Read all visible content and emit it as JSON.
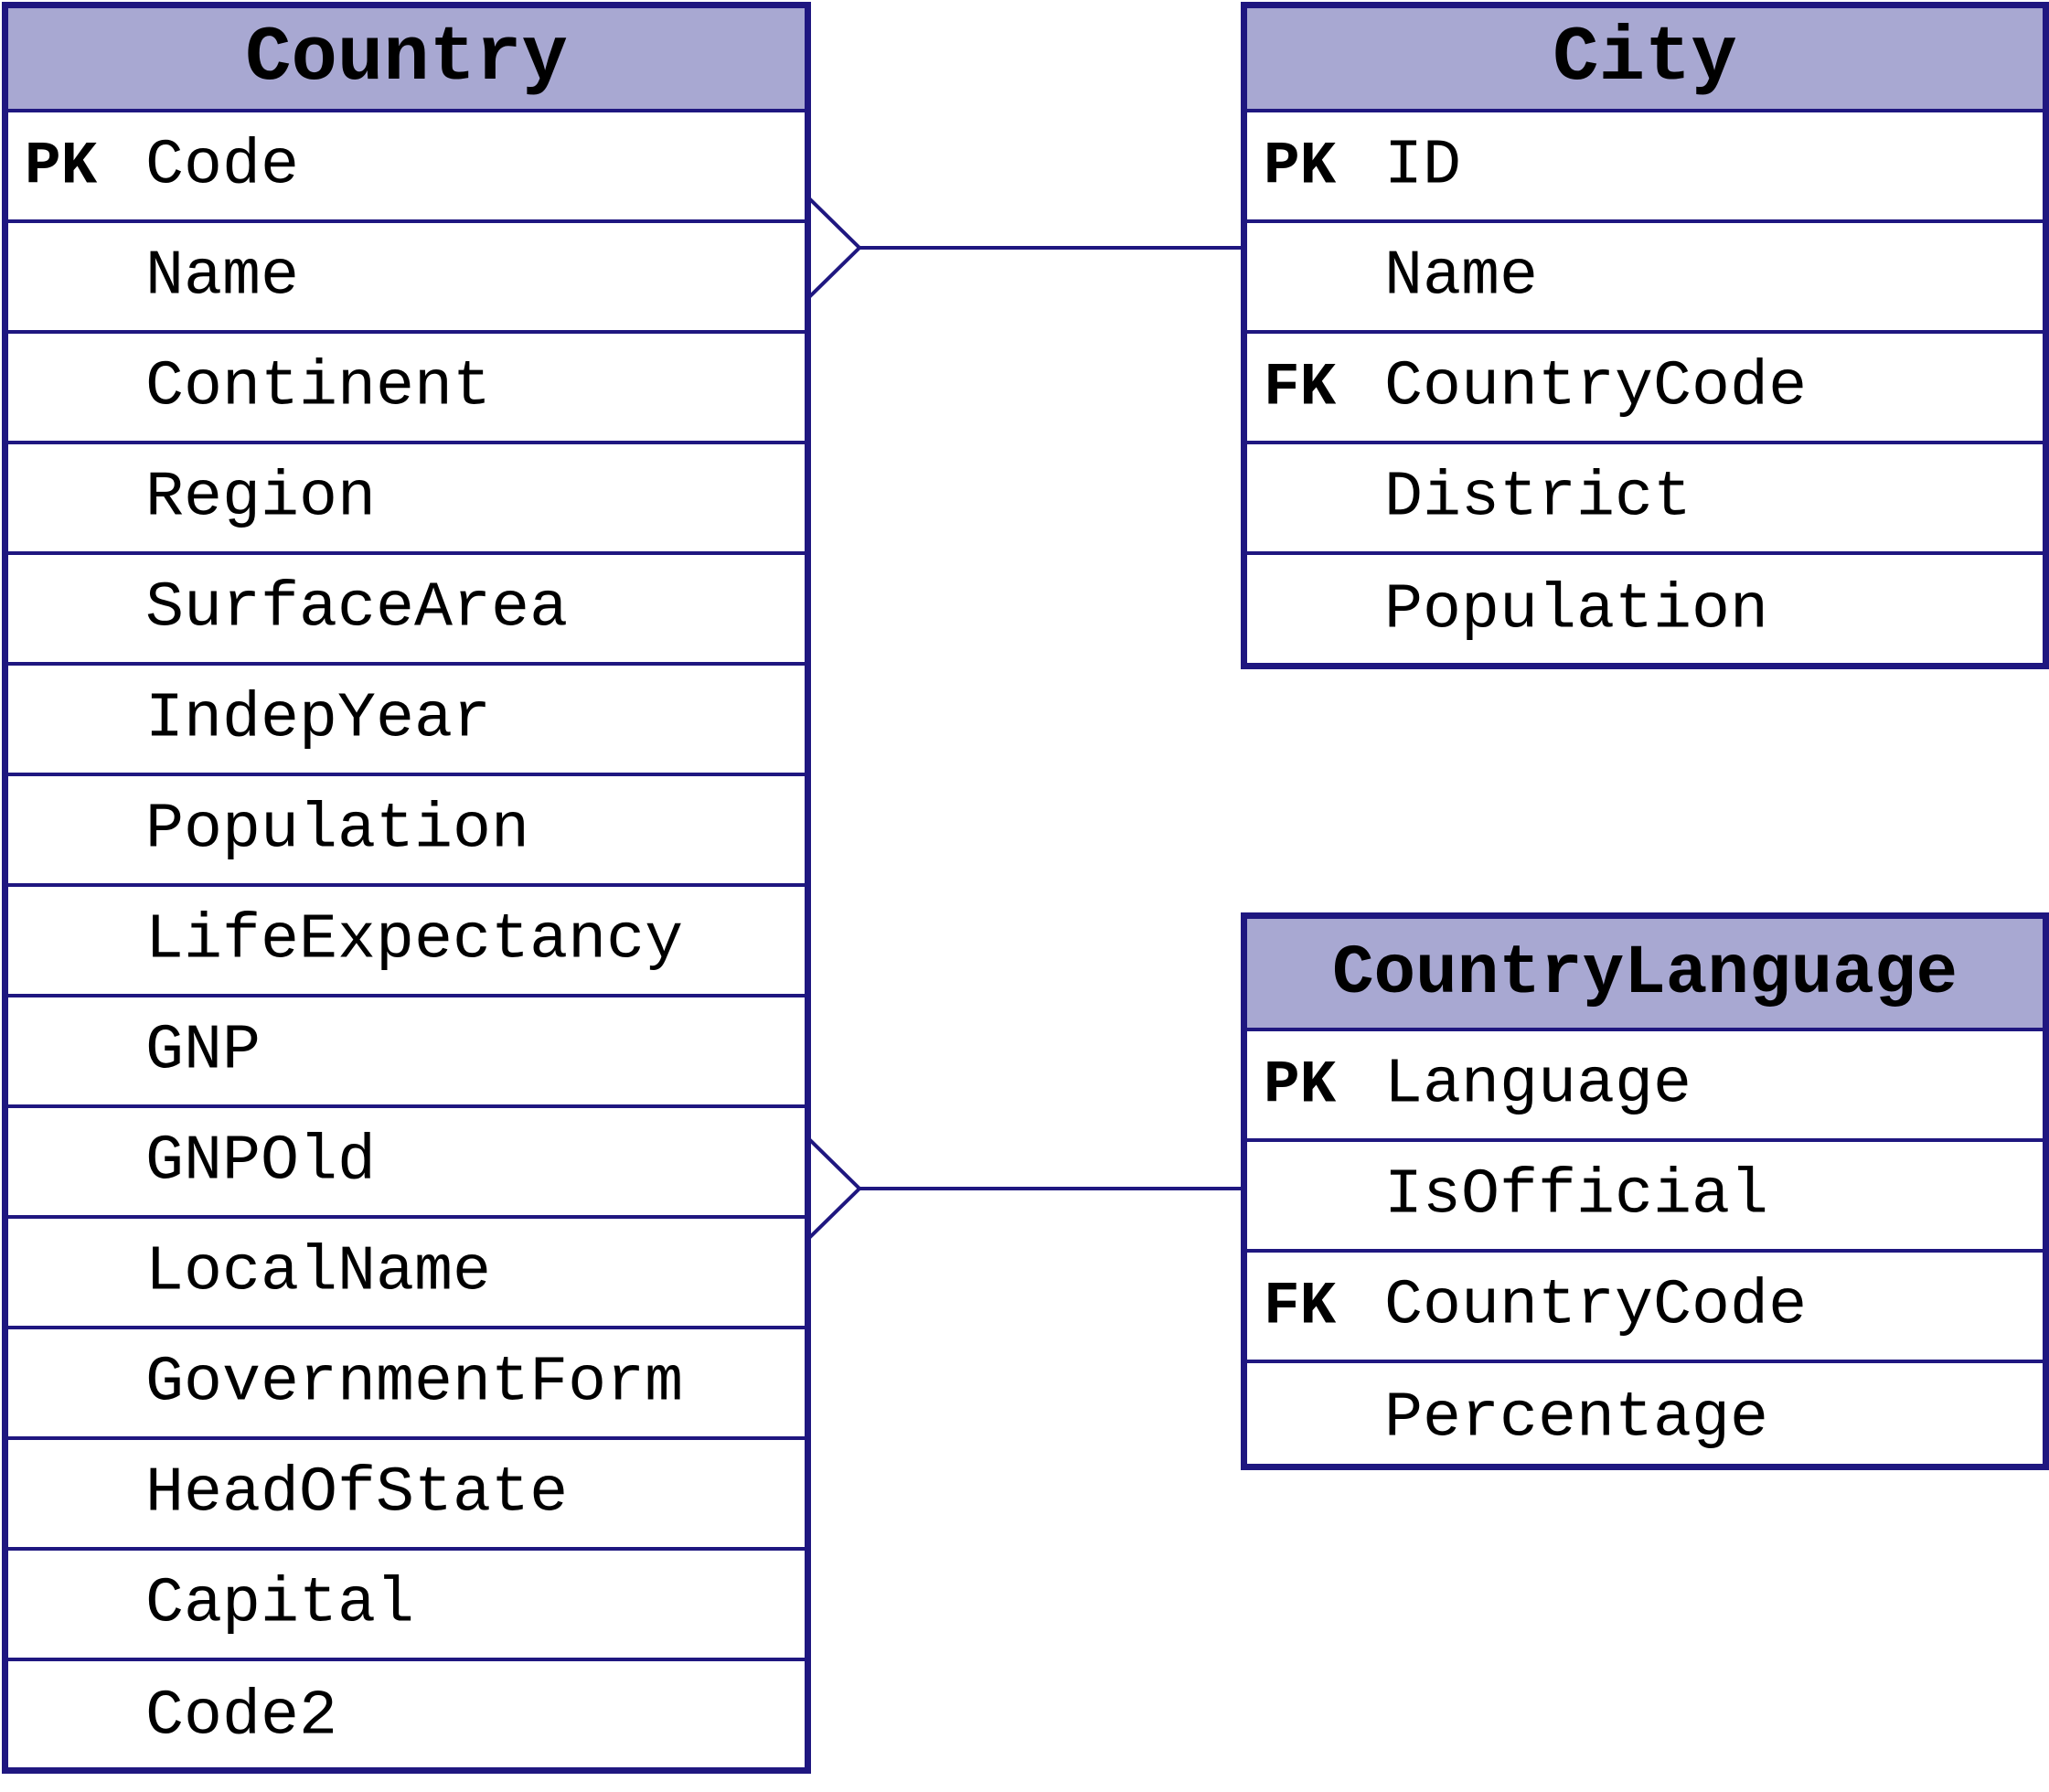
{
  "tables": {
    "country": {
      "title": "Country",
      "rows": [
        {
          "key": "PK",
          "name": "Code"
        },
        {
          "key": "",
          "name": "Name"
        },
        {
          "key": "",
          "name": "Continent"
        },
        {
          "key": "",
          "name": "Region"
        },
        {
          "key": "",
          "name": "SurfaceArea"
        },
        {
          "key": "",
          "name": "IndepYear"
        },
        {
          "key": "",
          "name": "Population"
        },
        {
          "key": "",
          "name": "LifeExpectancy"
        },
        {
          "key": "",
          "name": "GNP"
        },
        {
          "key": "",
          "name": "GNPOld"
        },
        {
          "key": "",
          "name": "LocalName"
        },
        {
          "key": "",
          "name": "GovernmentForm"
        },
        {
          "key": "",
          "name": "HeadOfState"
        },
        {
          "key": "",
          "name": "Capital"
        },
        {
          "key": "",
          "name": "Code2"
        }
      ]
    },
    "city": {
      "title": "City",
      "rows": [
        {
          "key": "PK",
          "name": "ID"
        },
        {
          "key": "",
          "name": "Name"
        },
        {
          "key": "FK",
          "name": "CountryCode"
        },
        {
          "key": "",
          "name": "District"
        },
        {
          "key": "",
          "name": "Population"
        }
      ]
    },
    "countrylanguage": {
      "title": "CountryLanguage",
      "rows": [
        {
          "key": "PK",
          "name": "Language"
        },
        {
          "key": "",
          "name": "IsOfficial"
        },
        {
          "key": "FK",
          "name": "CountryCode"
        },
        {
          "key": "",
          "name": "Percentage"
        }
      ]
    }
  },
  "colors": {
    "border": "#1f1780",
    "header_fill": "#a8a8d2",
    "text": "#000000"
  }
}
